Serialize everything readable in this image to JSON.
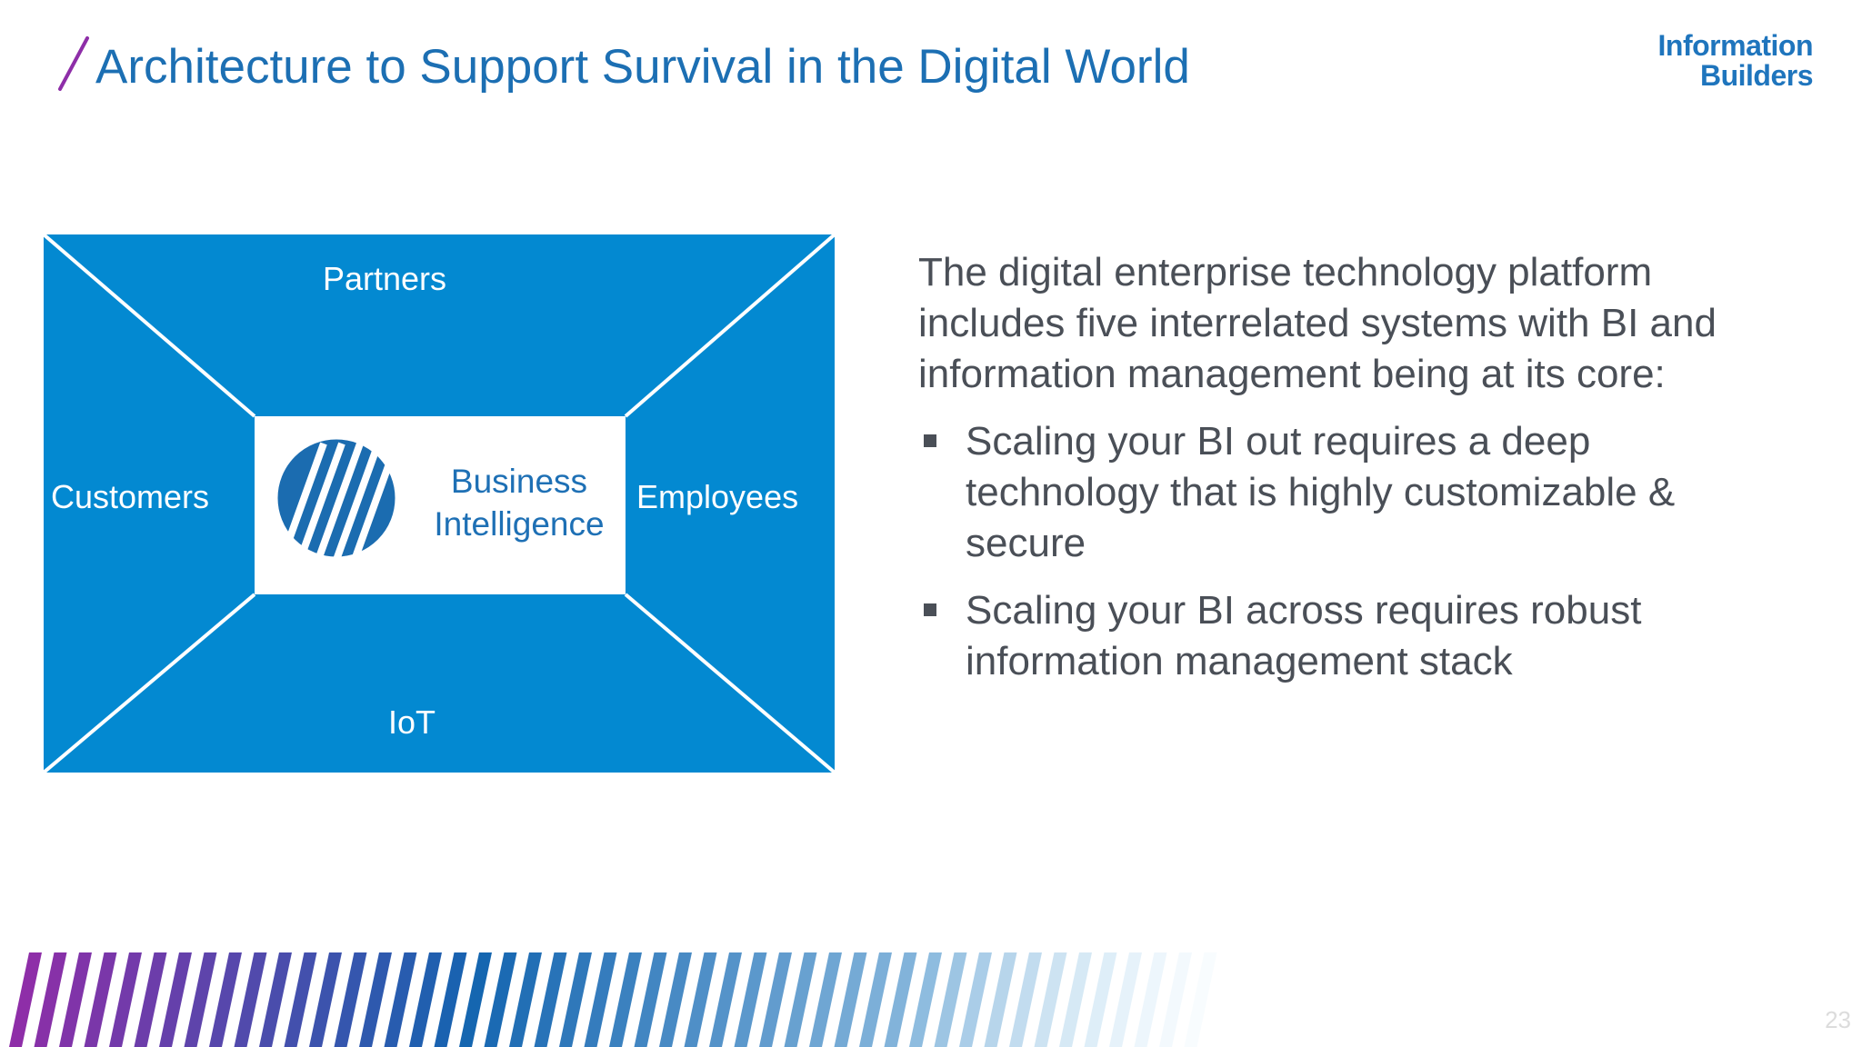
{
  "slide": {
    "title": "Architecture to Support Survival in the Digital World",
    "page_number": "23",
    "colors": {
      "title": "#1c6fb3",
      "title_slash": "#8e2ea8",
      "diagram_fill": "#0389d1",
      "diagram_lines": "#ffffff",
      "center_box": "#ffffff",
      "body_text": "#4a4f57",
      "logo": "#1f75bd",
      "stripe_purple": "#8e2ea8",
      "stripe_blue": "#1465b0",
      "stripe_light": "#cfeaf8"
    }
  },
  "logo": {
    "line1": "Information",
    "line2": "Builders",
    "icon": "information-builders-logo"
  },
  "diagram": {
    "segments": {
      "top": "Partners",
      "left": "Customers",
      "right": "Employees",
      "bottom": "IoT"
    },
    "center": {
      "line1": "Business",
      "line2": "Intelligence",
      "icon": "striped-circle-icon"
    }
  },
  "content": {
    "intro": "The digital enterprise technology platform includes five interrelated systems with BI and information management being at its core:",
    "bullets": [
      "Scaling your BI out requires a deep technology that is highly customizable & secure",
      "Scaling your BI across requires robust information management stack"
    ]
  }
}
